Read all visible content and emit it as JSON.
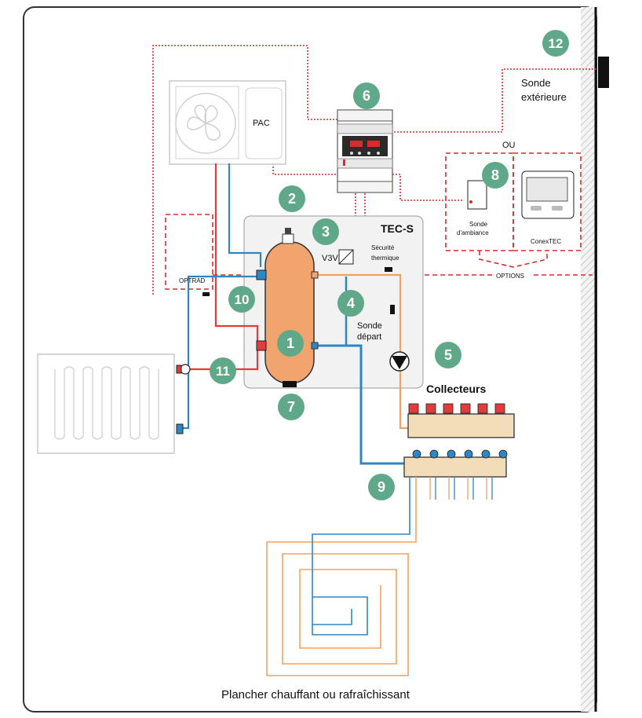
{
  "labels": {
    "pac": "PAC",
    "tec_s": "TEC-S",
    "v3v": "V3V",
    "securite_1": "Sécurité",
    "securite_2": "thermique",
    "sonde_depart_1": "Sonde",
    "sonde_depart_2": "départ",
    "optrad": "OPTRAD",
    "options": "OPTIONS",
    "ou": "OU",
    "sonde_ambiance_1": "Sonde",
    "sonde_ambiance_2": "d'ambiance",
    "conextec": "ConexTEC",
    "sonde_exterieure_1": "Sonde",
    "sonde_exterieure_2": "extérieure",
    "collecteurs": "Collecteurs",
    "plancher": "Plancher chauffant ou rafraîchissant"
  },
  "badges": [
    "1",
    "2",
    "3",
    "4",
    "5",
    "6",
    "7",
    "8",
    "9",
    "10",
    "11",
    "12"
  ],
  "colors": {
    "badge": "#5fa98a",
    "tank": "#f2a46f",
    "hot": "#e23b3b",
    "cold": "#2f86c6",
    "orange_pipe": "#f0a25f",
    "signal": "#d92b2b",
    "manifold": "#f3ddb8",
    "wall": "#d8d8d8"
  }
}
